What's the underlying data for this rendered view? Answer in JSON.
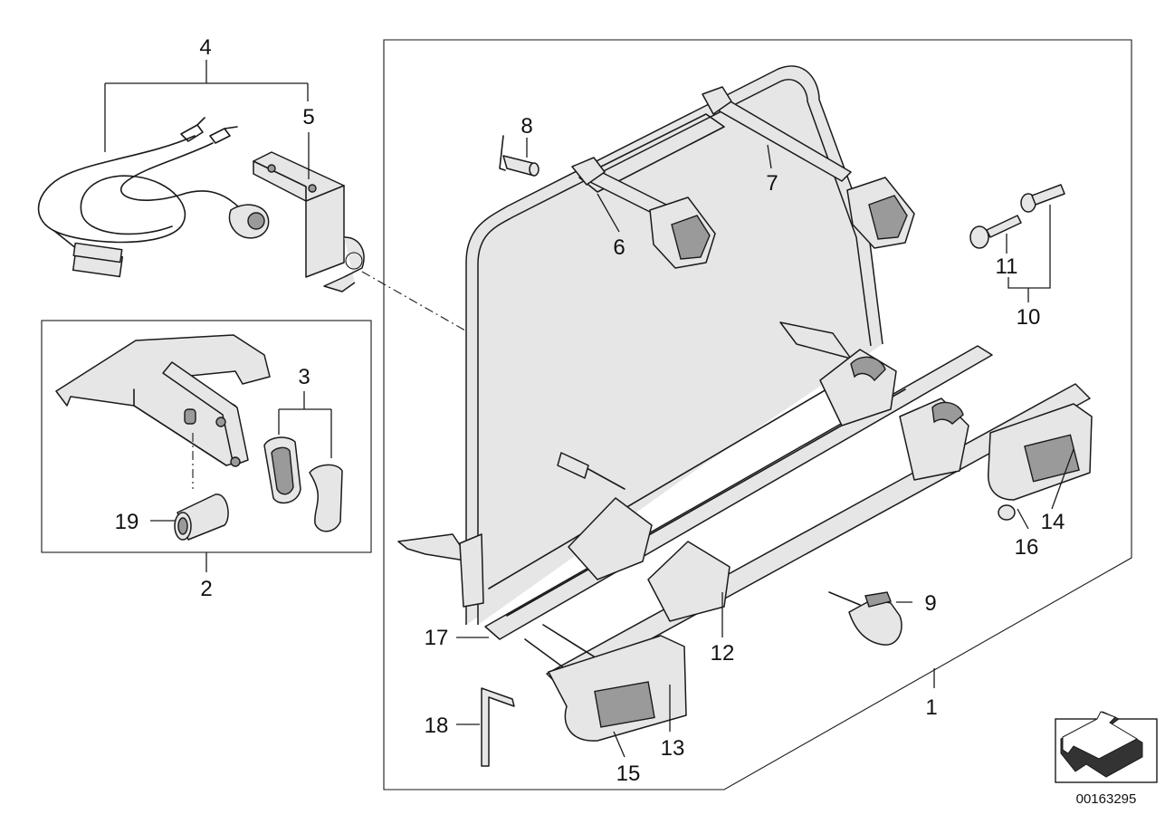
{
  "diagram": {
    "callouts": {
      "c1": "1",
      "c2": "2",
      "c3": "3",
      "c4": "4",
      "c5": "5",
      "c6": "6",
      "c7": "7",
      "c8": "8",
      "c9": "9",
      "c10": "10",
      "c11": "11",
      "c12": "12",
      "c13": "13",
      "c14": "14",
      "c15": "15",
      "c16": "16",
      "c17": "17",
      "c18": "18",
      "c19": "19"
    },
    "catalog_number": "00163295"
  }
}
